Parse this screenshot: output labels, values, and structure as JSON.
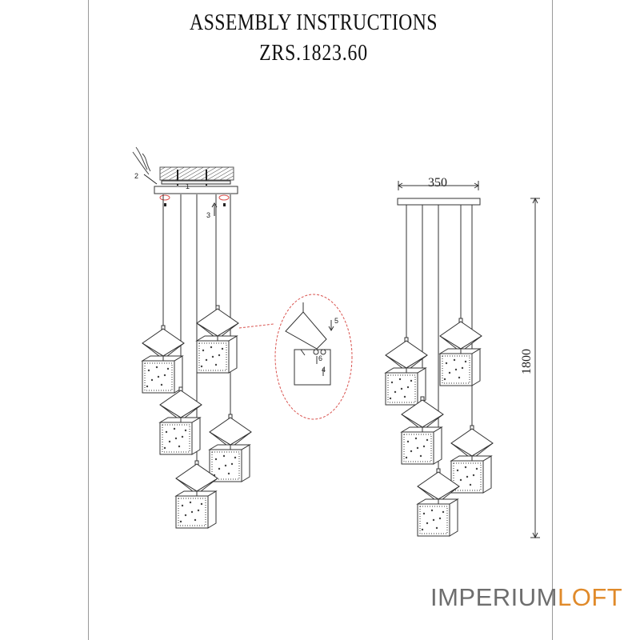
{
  "document": {
    "title": "ASSEMBLY INSTRUCTIONS",
    "model": "ZRS.1823.60"
  },
  "dimensions": {
    "width": "350",
    "height": "1800"
  },
  "step_labels": {
    "step1": "1",
    "step2": "2",
    "step3": "3",
    "step4": "4",
    "step5": "5",
    "step6": "6"
  },
  "brand": {
    "part1": "IMPERIUM",
    "part2": "LOFT",
    "color_part1": "#6e6e6e",
    "color_part2": "#e08a2a"
  },
  "colors": {
    "line": "#333333",
    "callout": "#d9534f"
  }
}
